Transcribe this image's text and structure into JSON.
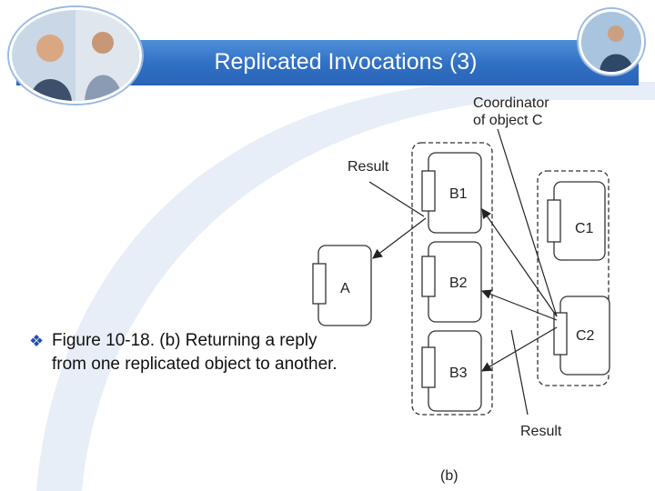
{
  "slide": {
    "title": "Replicated Invocations (3)",
    "bullet_icon": "diamond-bullet-icon",
    "bullet_text": "Figure 10-18. (b) Returning a reply from one replicated object to another."
  },
  "diagram": {
    "coordinator_label_1": "Coordinator",
    "coordinator_label_2": "of object C",
    "result_top": "Result",
    "result_bottom": "Result",
    "object_a": "A",
    "object_b1": "B1",
    "object_b2": "B2",
    "object_b3": "B3",
    "object_c1": "C1",
    "object_c2": "C2",
    "caption": "(b)"
  },
  "colors": {
    "title_bar": "#2f6fc4",
    "bullet": "#1f4fb0"
  }
}
